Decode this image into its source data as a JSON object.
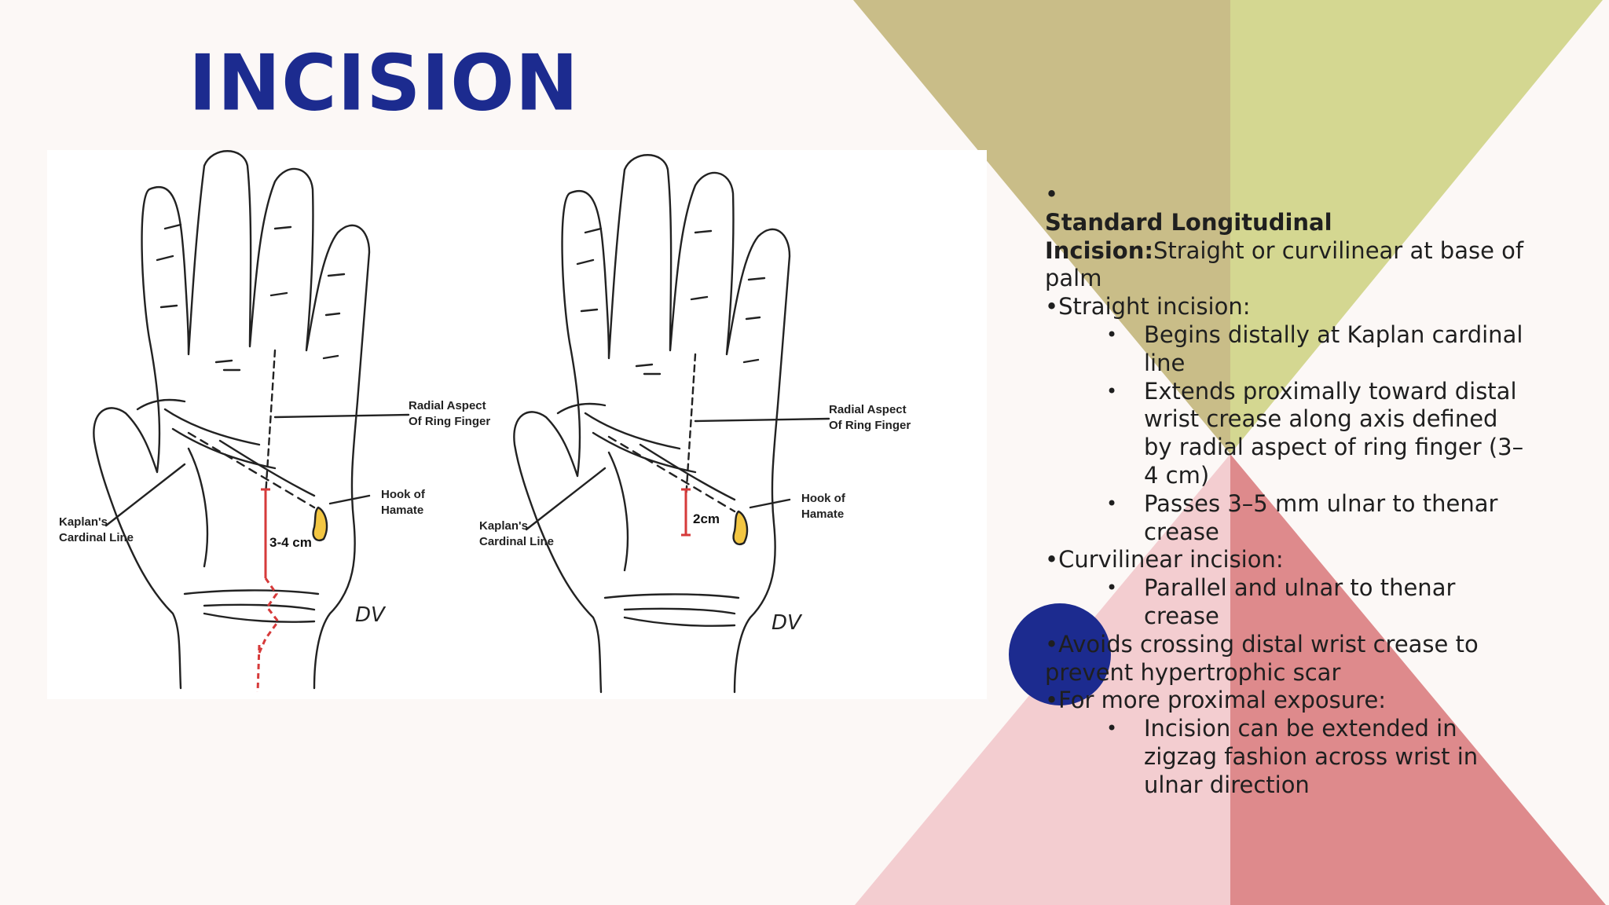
{
  "slide": {
    "title": "INCISION",
    "colors": {
      "title": "#1c2b8f",
      "olive": "#c9bd88",
      "lime": "#d4d791",
      "pink": "#f3cdd0",
      "rose": "#de8a8c",
      "dot": "#1c2b8f"
    }
  },
  "figure": {
    "left_hand": {
      "radial_label_1": "Radial Aspect",
      "radial_label_2": "Of Ring Finger",
      "hook_label_1": "Hook of",
      "hook_label_2": "Hamate",
      "kaplan_label_1": "Kaplan's",
      "kaplan_label_2": "Cardinal Line",
      "measure": "3-4 cm",
      "signature": "DV"
    },
    "right_hand": {
      "radial_label_1": "Radial Aspect",
      "radial_label_2": "Of Ring Finger",
      "hook_label_1": "Hook of",
      "hook_label_2": "Hamate",
      "kaplan_label_1": "Kaplan's",
      "kaplan_label_2": "Cardinal Line",
      "measure": "2cm",
      "signature": "DV"
    }
  },
  "content": {
    "lead_bullet": "•",
    "heading_bold": "Standard Longitudinal Incision:",
    "heading_rest": "Straight or curvilinear at base of palm",
    "straight": "•Straight incision:",
    "straight_items": [
      "Begins distally at Kaplan cardinal line",
      "Extends proximally toward distal wrist crease along axis defined by radial aspect of ring finger (3–4 cm)",
      "Passes 3–5 mm ulnar to thenar crease"
    ],
    "curvilinear": "•Curvilinear incision:",
    "curvilinear_items": [
      "Parallel and ulnar to thenar crease"
    ],
    "avoids": "•Avoids crossing distal wrist crease to prevent hypertrophic scar",
    "proximal": "•For more proximal exposure:",
    "proximal_items": [
      "Incision can be extended in zigzag fashion across wrist in ulnar direction"
    ],
    "sub_bullet": "•"
  }
}
